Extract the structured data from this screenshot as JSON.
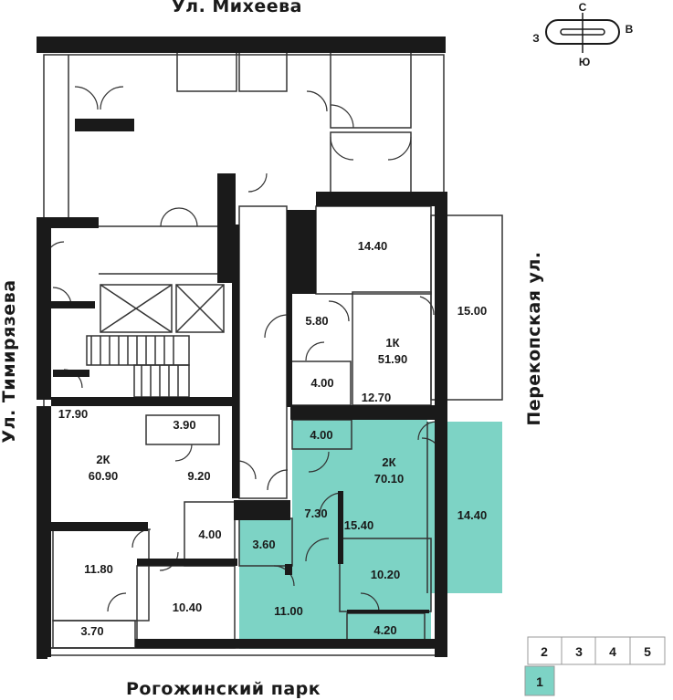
{
  "streets": {
    "top": "Ул. Михеева",
    "bottom": "Рогожинский парк",
    "left": "Ул. Тимирязева",
    "right": "Перекопская ул."
  },
  "compass": {
    "n": "С",
    "s": "Ю",
    "w": "З",
    "e": "В"
  },
  "colors": {
    "highlight": "#7dd3c5",
    "wall": "#1a1a1a",
    "line": "#333333"
  },
  "apartments": [
    {
      "type": "1К",
      "area": "51.90",
      "highlighted": false
    },
    {
      "type": "2К",
      "area": "60.90",
      "highlighted": false
    },
    {
      "type": "2К",
      "area": "70.10",
      "highlighted": true
    }
  ],
  "rooms": {
    "r1440a": "14.40",
    "r580": "5.80",
    "r1500": "15.00",
    "r400a": "4.00",
    "r1270": "12.70",
    "r1790": "17.90",
    "r390": "3.90",
    "r920": "9.20",
    "r400b": "4.00",
    "r1180": "11.80",
    "r1040": "10.40",
    "r370": "3.70",
    "r400c": "4.00",
    "r730": "7.30",
    "r1540": "15.40",
    "r1440b": "14.40",
    "r360": "3.60",
    "r1100": "11.00",
    "r1020": "10.20",
    "r420": "4.20"
  },
  "sections": {
    "s1": "1",
    "s2": "2",
    "s3": "3",
    "s4": "4",
    "s5": "5",
    "active": "1"
  }
}
